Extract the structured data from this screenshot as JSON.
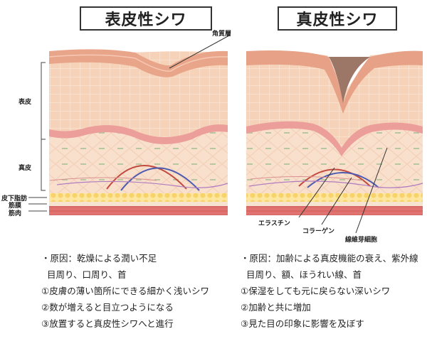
{
  "panels": {
    "left_title": "表皮性シワ",
    "right_title": "真皮性シワ"
  },
  "side_labels": {
    "epidermis": "表皮",
    "dermis": "真皮",
    "subcutaneous_fat": "皮下脂肪",
    "fascia": "筋膜",
    "muscle": "筋肉"
  },
  "annotations": {
    "stratum_corneum": "角質層",
    "elastin": "エラスチン",
    "collagen": "コラーゲン",
    "fibroblast": "線維芽細胞"
  },
  "left_notes": {
    "cause": "・原因：乾燥による潤い不足",
    "areas": "目周り、口周り、首",
    "point1": "①皮膚の薄い箇所にできる細かく浅いシワ",
    "point2": "②数が増えると目立つようになる",
    "point3": "③放置すると真皮性シワへと進行"
  },
  "right_notes": {
    "cause": "・原因：加齢による真皮機能の衰え、紫外線",
    "areas": "目周り、額、ほうれい線、首",
    "point1": "①保湿をしても元に戻らない深いシワ",
    "point2": "②加齢と共に増加",
    "point3": "③見た目の印象に影響を及ぼす"
  }
}
